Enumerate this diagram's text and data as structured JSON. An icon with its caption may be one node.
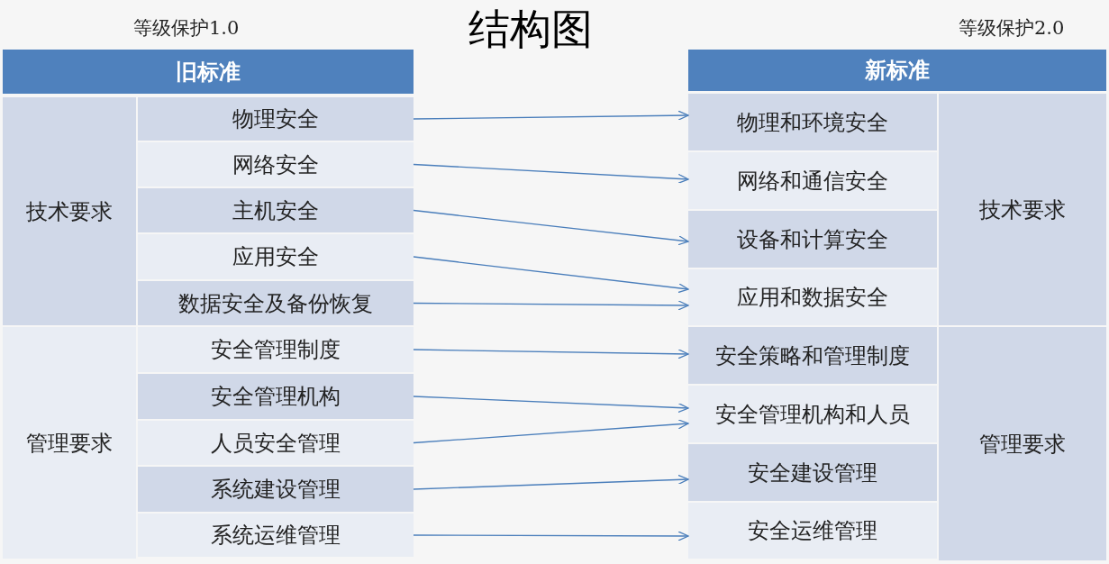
{
  "diagram": {
    "title": "结构图",
    "nodes": [
      {
        "text": [
          "旧标准"
        ]
      },
      {
        "text": [
          "技术要求"
        ]
      },
      {
        "text": [
          "物理安全"
        ]
      },
      {
        "text": [
          "网络安全"
        ]
      },
      {
        "text": [
          "主机安全"
        ]
      },
      {
        "text": [
          "应用安全"
        ]
      },
      {
        "text": [
          "数据安全及备份恢复"
        ]
      },
      {
        "text": [
          "管理要求"
        ]
      },
      {
        "text": [
          "安全管理制度"
        ]
      },
      {
        "text": [
          "安全管理机构"
        ]
      },
      {
        "text": [
          "人员安全管理"
        ]
      },
      {
        "text": [
          "系统建设管理"
        ]
      },
      {
        "text": [
          "系统运维管理"
        ]
      },
      {
        "text": [
          "新标准"
        ]
      },
      {
        "text": [
          "物理和环境安全"
        ]
      },
      {
        "text": [
          "网络和通信安全"
        ]
      },
      {
        "text": [
          "设备和计算安全"
        ]
      },
      {
        "text": [
          "应用和数据安全"
        ]
      },
      {
        "text": [
          "技术要求"
        ]
      },
      {
        "text": [
          "安全策略和管理制度"
        ]
      },
      {
        "text": [
          "安全管理机构和人员"
        ]
      },
      {
        "text": [
          "安全建设管理"
        ]
      },
      {
        "text": [
          "安全运维管理"
        ]
      },
      {
        "text": [
          "管理要求"
        ]
      }
    ],
    "edges": [
      {
        "from": 2,
        "to": 14,
        "arrow": "to"
      },
      {
        "from": 3,
        "to": 15,
        "arrow": "to"
      },
      {
        "from": 4,
        "to": 16,
        "arrow": "to"
      },
      {
        "from": 5,
        "to": 17,
        "arrow": "to"
      },
      {
        "from": 6,
        "to": 17,
        "arrow": "to"
      },
      {
        "from": 8,
        "to": 19,
        "arrow": "to"
      },
      {
        "from": 9,
        "to": 20,
        "arrow": "to"
      },
      {
        "from": 10,
        "to": 20,
        "arrow": "to"
      },
      {
        "from": 11,
        "to": 21,
        "arrow": "to"
      },
      {
        "from": 12,
        "to": 22,
        "arrow": "to"
      }
    ],
    "labels": [
      "等级保护1.0",
      "等级保护2.0"
    ]
  }
}
